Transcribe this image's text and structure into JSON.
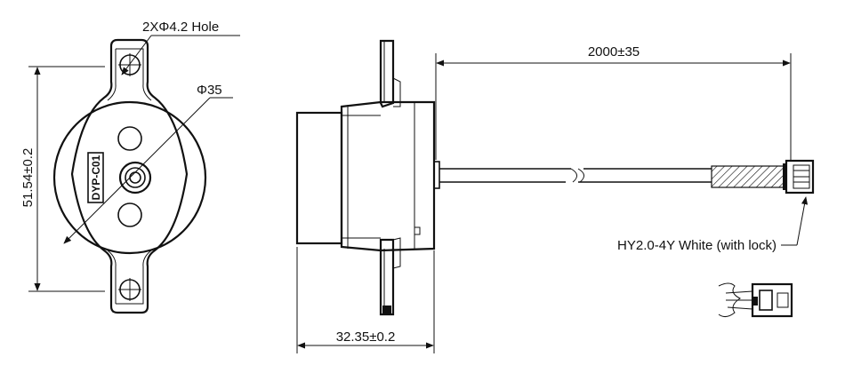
{
  "annotations": {
    "holes": "2XΦ4.2 Hole",
    "diameter": "Φ35",
    "height": "51.54±0.2",
    "cable_length": "2000±35",
    "body_width": "32.35±0.2",
    "connector": "HY2.0-4Y White (with lock)"
  },
  "body_label": "DYP-C01",
  "colors": {
    "line": "#111111",
    "background": "#ffffff"
  }
}
